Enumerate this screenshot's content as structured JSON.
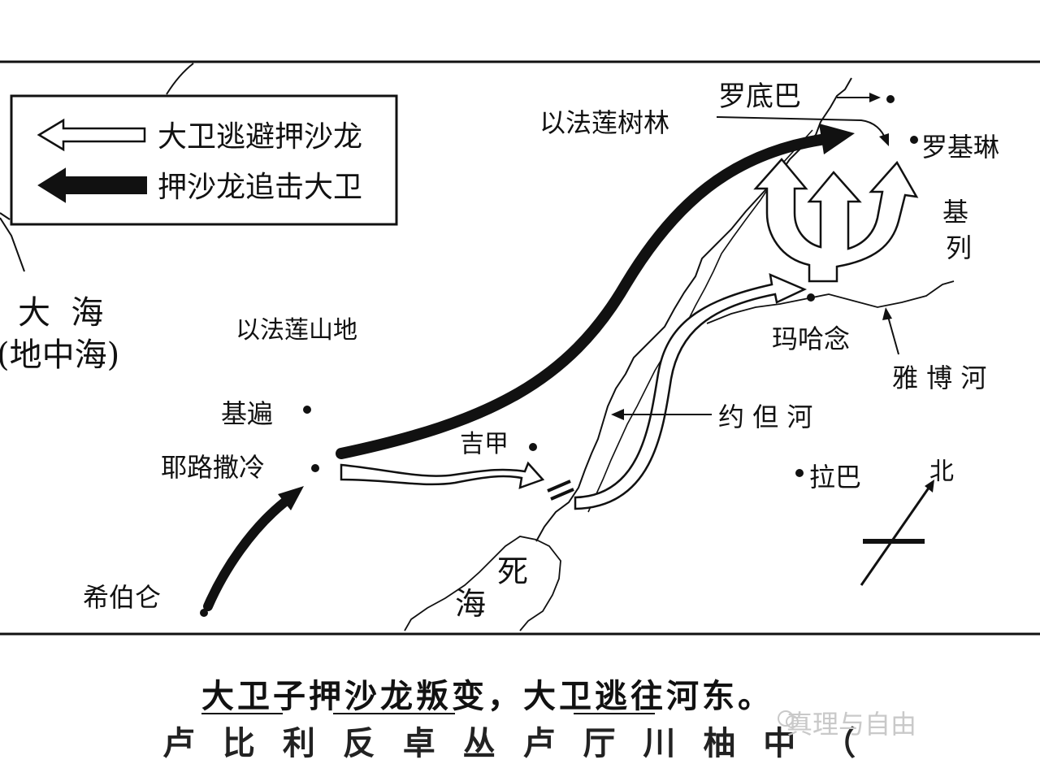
{
  "legend": {
    "flee": "大卫逃避押沙龙",
    "pursue": "押沙龙追击大卫"
  },
  "places": {
    "ephraim_forest": "以法莲树林",
    "lodebar": "罗底巴",
    "rogelim": "罗基琳",
    "gilead_a": "基",
    "gilead_b": "列",
    "great_sea": "大  海",
    "mediterranean": "(地中海)",
    "ephraim_hills": "以法莲山地",
    "mahanaim": "玛哈念",
    "jabbok": "雅 博 河",
    "gibeon": "基遍",
    "jerusalem": "耶路撒冷",
    "gilgal": "吉甲",
    "jordan": "约 但 河",
    "rabbah": "拉巴",
    "north": "北",
    "dead_sea_a": "死",
    "dead_sea_b": "海",
    "hebron": "希伯仑"
  },
  "caption": {
    "line1": "大卫子押沙龙叛变，大卫逃往河东。",
    "line2_partial": "卢 比 利 反 卓 丛 卢 厅 川 柚 中 （"
  },
  "watermark": "真理与自由",
  "colors": {
    "ink": "#111111",
    "paper": "#ffffff",
    "watermark": "#c9c9c9"
  }
}
